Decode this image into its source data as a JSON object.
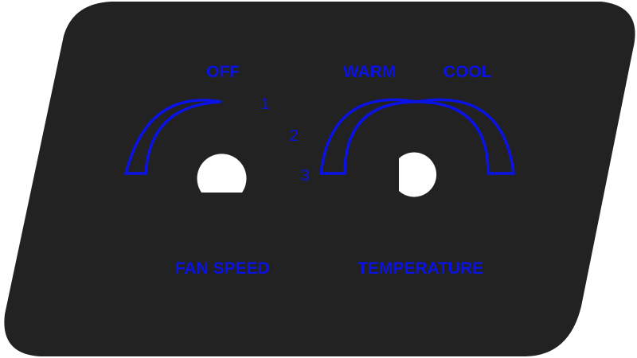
{
  "panel": {
    "background_color": "#222222",
    "marking_color": "#0a12e6",
    "hole_color": "#ffffff"
  },
  "fan_speed_control": {
    "off_label": "OFF",
    "speed_1_label": "1",
    "speed_2_label": "2",
    "speed_3_label": "3",
    "title": "FAN SPEED"
  },
  "temperature_control": {
    "warm_label": "WARM",
    "cool_label": "COOL",
    "title": "TEMPERATURE"
  }
}
